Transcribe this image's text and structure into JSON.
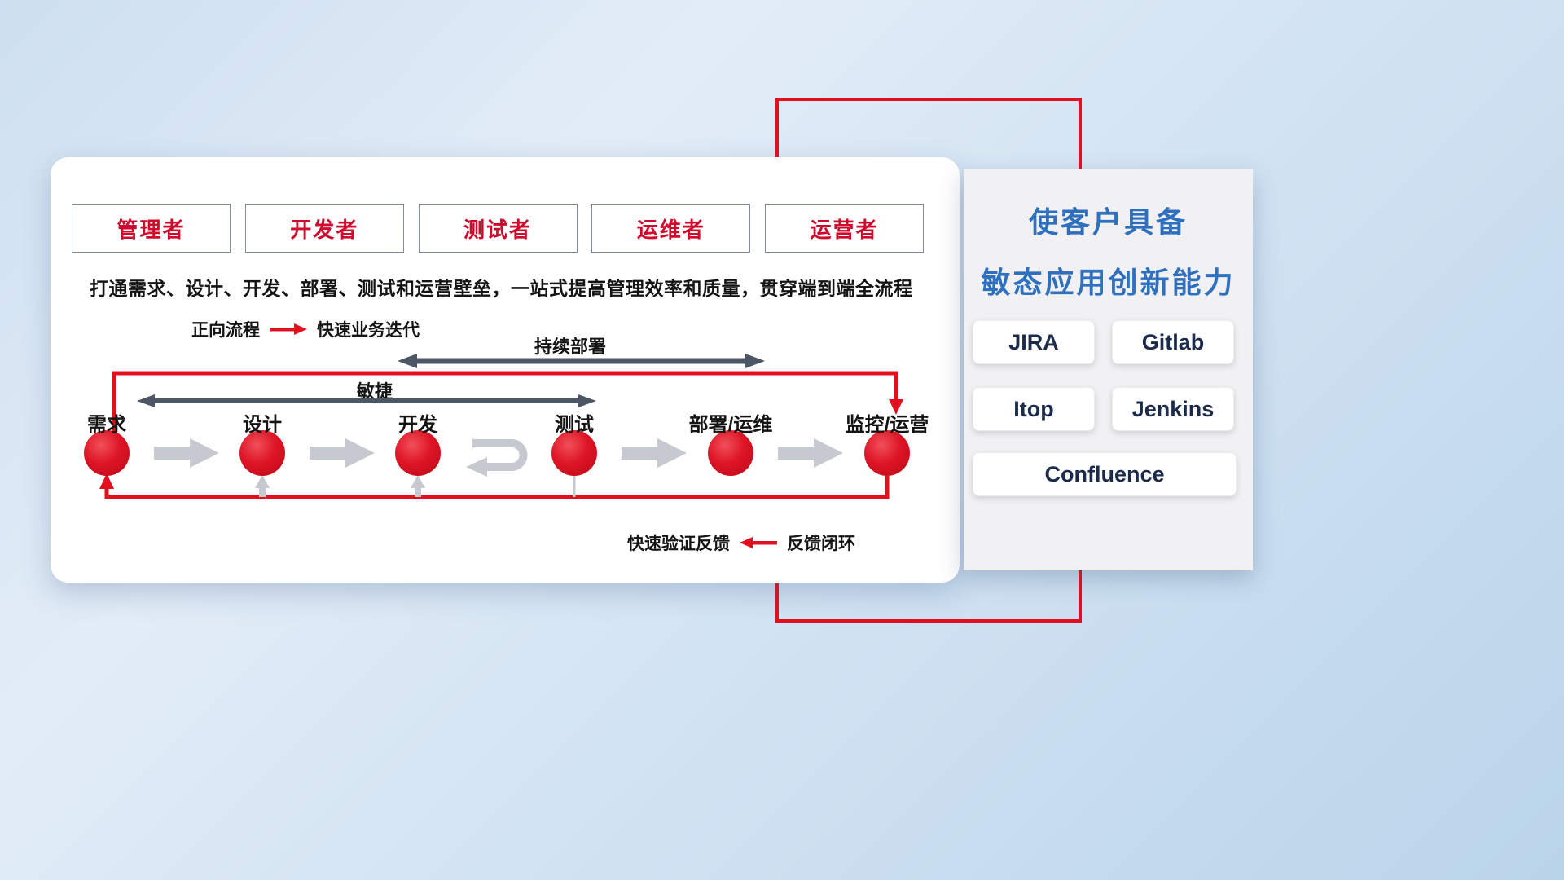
{
  "roles": [
    "管理者",
    "开发者",
    "测试者",
    "运维者",
    "运营者"
  ],
  "headline": "打通需求、设计、开发、部署、测试和运营壁垒，一站式提高管理效率和质量，贯穿端到端全流程",
  "forward_legend": {
    "label": "正向流程",
    "desc": "快速业务迭代"
  },
  "span_labels": {
    "continuous_deploy": "持续部署",
    "agile": "敏捷"
  },
  "stages": [
    "需求",
    "设计",
    "开发",
    "测试",
    "部署/运维",
    "监控/运营"
  ],
  "feedback_legend": {
    "desc": "快速验证反馈",
    "label": "反馈闭环"
  },
  "side_panel": {
    "title_line1": "使客户具备",
    "title_line2": "敏态应用创新能力",
    "tools": [
      "JIRA",
      "Gitlab",
      "Itop",
      "Jenkins",
      "Confluence"
    ]
  },
  "colors": {
    "accent_red": "#e2101f",
    "role_red": "#cf0a2c",
    "title_blue": "#2e6fbe",
    "light_arrow_gray": "#c6c9cf",
    "dark_arrow_gray": "#4d5665"
  }
}
